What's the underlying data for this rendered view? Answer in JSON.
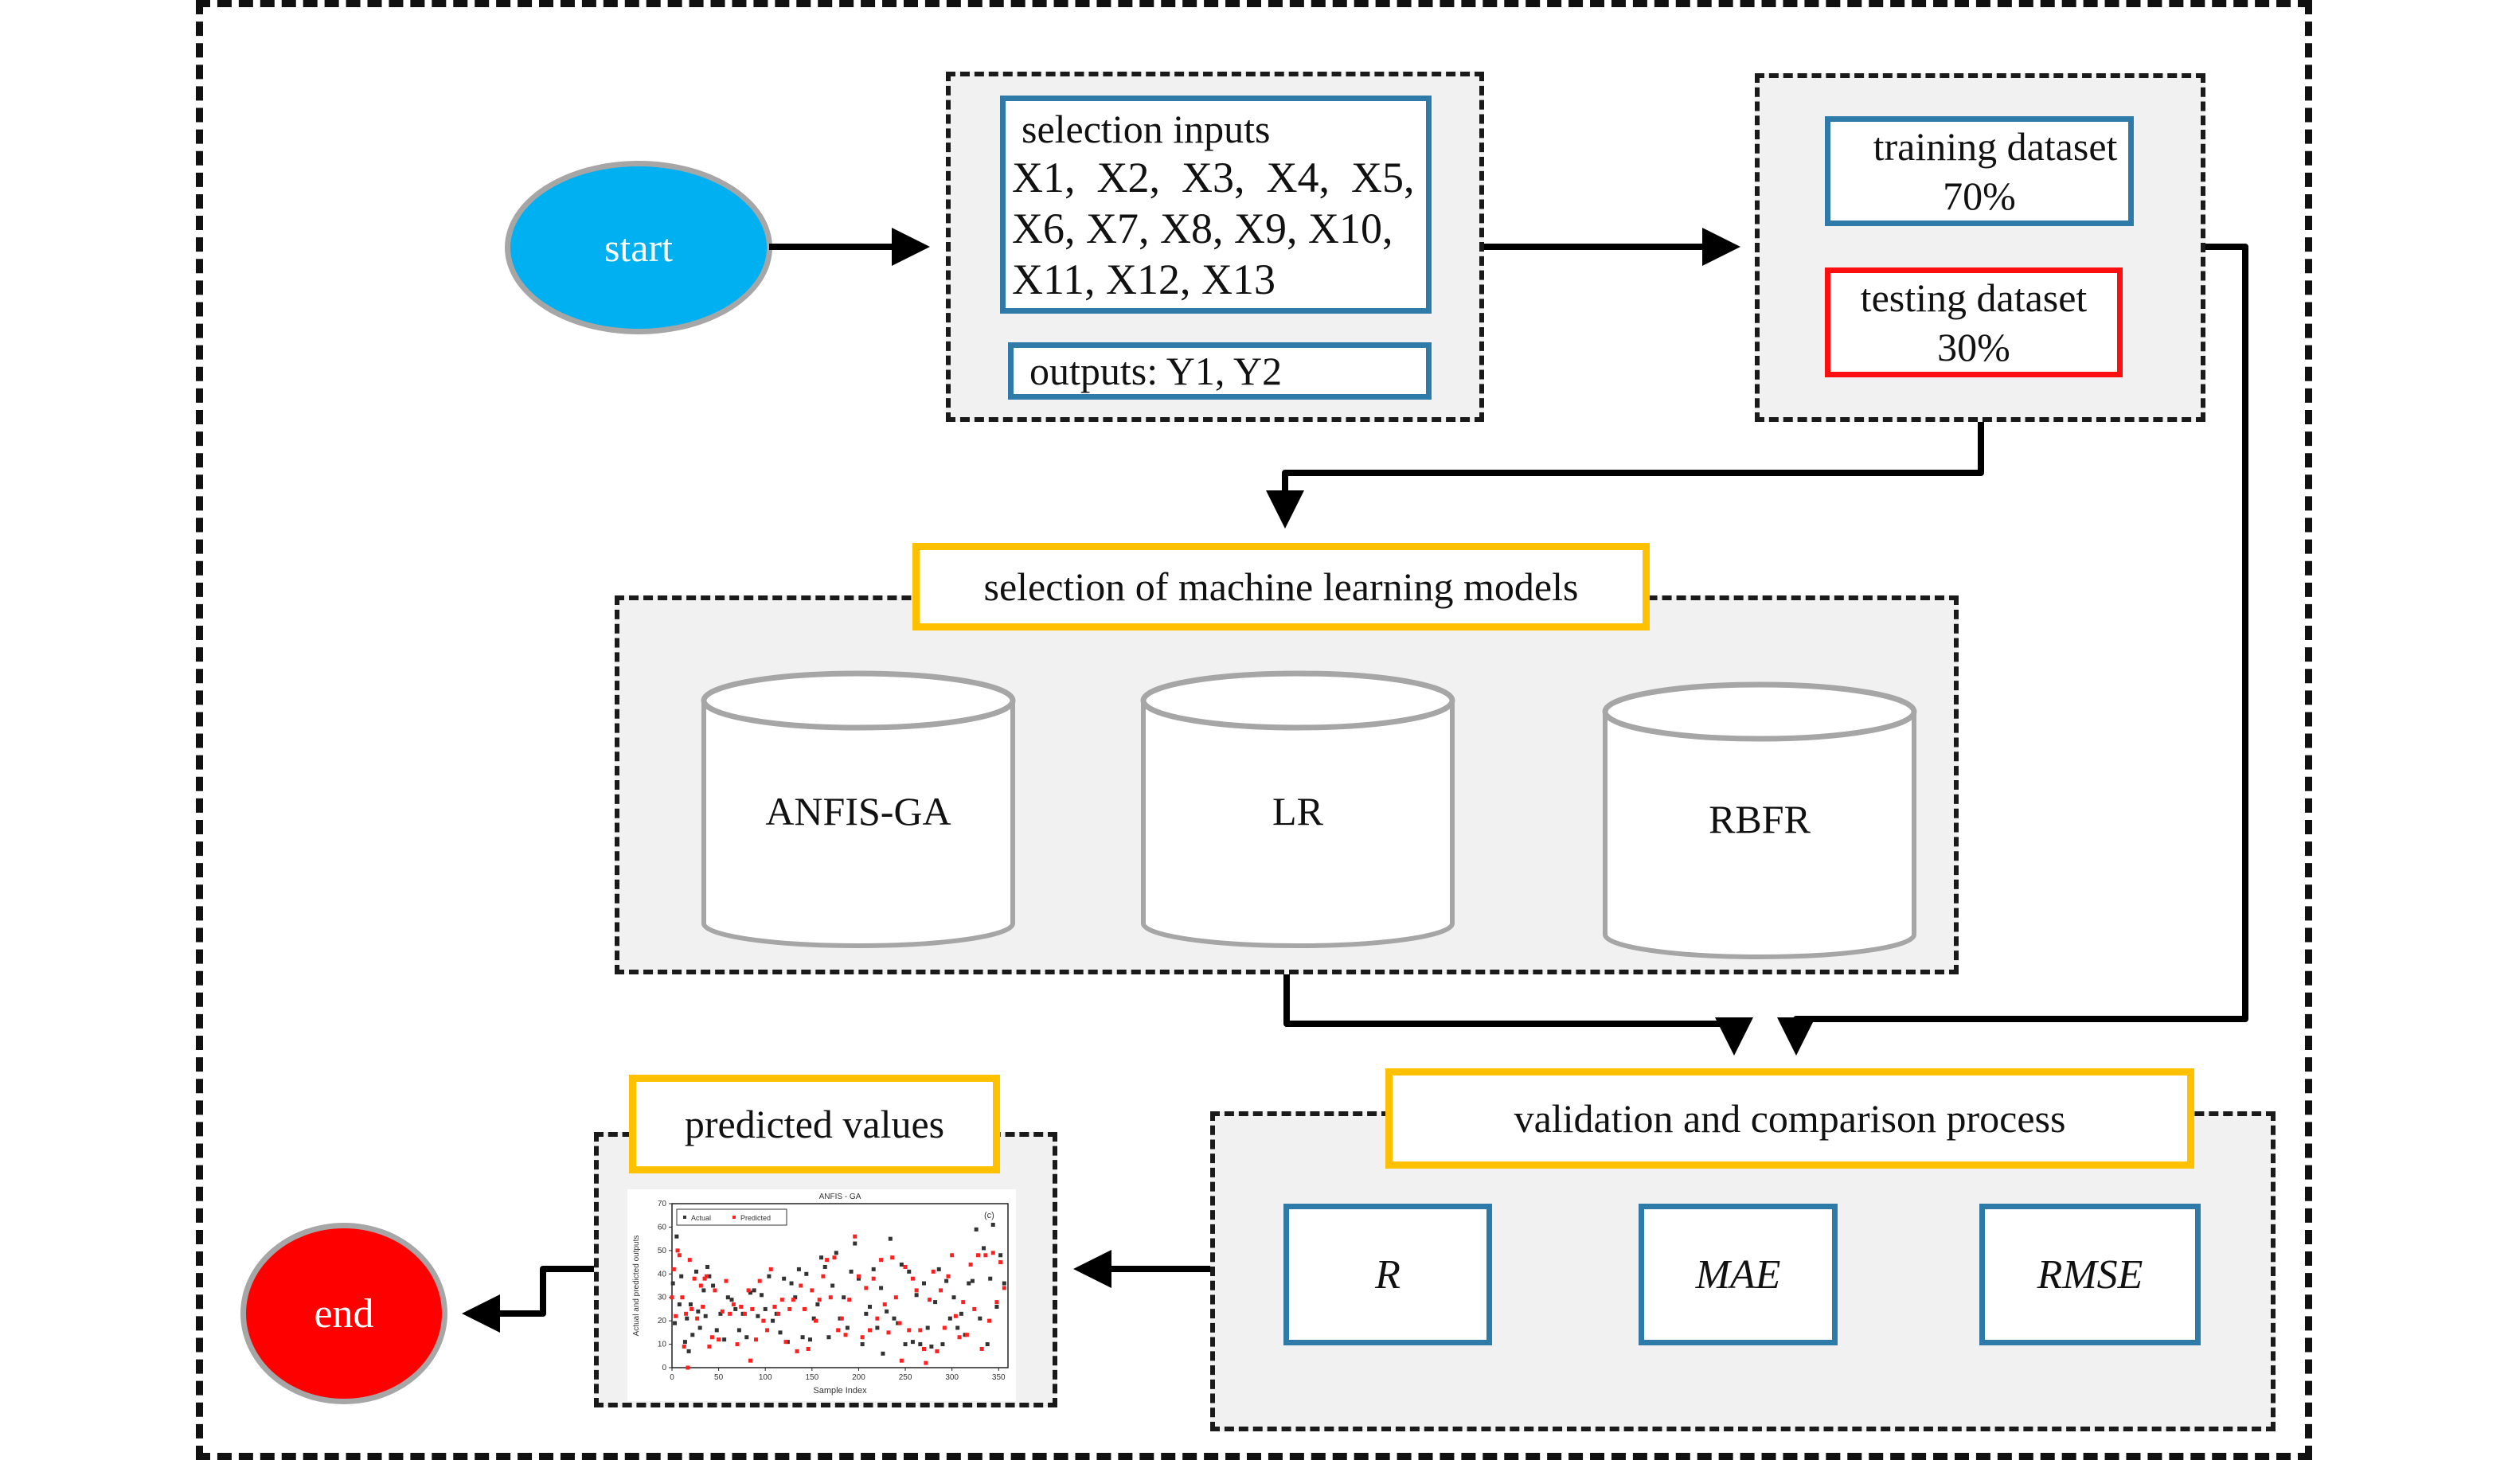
{
  "diagram": {
    "start": {
      "label": "start",
      "color": "#00b0f0"
    },
    "end": {
      "label": "end",
      "color": "#ff0000"
    },
    "inputs": {
      "title": "selection inputs",
      "lines": [
        "X1,  X2,  X3,  X4,  X5,",
        "X6, X7, X8, X9, X10,",
        "X11, X12, X13"
      ],
      "outputs_label": "outputs: Y1, Y2"
    },
    "datasets": {
      "training": {
        "label": "training dataset",
        "percent": "70%"
      },
      "testing": {
        "label": "testing dataset",
        "percent": "30%"
      }
    },
    "models": {
      "title": "selection of machine learning models",
      "items": [
        "ANFIS-GA",
        "LR",
        "RBFR"
      ]
    },
    "validation": {
      "title": "validation and comparison process",
      "metrics": [
        "R",
        "MAE",
        "RMSE"
      ]
    },
    "predicted": {
      "title": "predicted values"
    },
    "colors": {
      "blue_border": "#2e7aa8",
      "red_border": "#ff1010",
      "yellow_border": "#ffc000",
      "group_fill": "#f1f1f1"
    }
  },
  "chart_data": {
    "type": "scatter",
    "title": "ANFIS - GA",
    "panel_label": "(c)",
    "xlabel": "Sample Index",
    "ylabel": "Actual and predicted outputs",
    "xlim": [
      0,
      360
    ],
    "ylim": [
      0,
      70
    ],
    "xticks": [
      0,
      50,
      100,
      150,
      200,
      250,
      300,
      350
    ],
    "yticks": [
      0,
      10,
      20,
      30,
      40,
      50,
      60,
      70
    ],
    "legend": {
      "position": "top-left",
      "entries": [
        "Actual",
        "Predicted"
      ]
    },
    "series": [
      {
        "name": "Actual",
        "color": "#333333",
        "x": [
          1,
          3,
          5,
          8,
          10,
          14,
          16,
          18,
          20,
          22,
          26,
          28,
          30,
          34,
          36,
          38,
          40,
          44,
          48,
          52,
          56,
          60,
          64,
          68,
          72,
          76,
          80,
          84,
          88,
          92,
          96,
          100,
          104,
          108,
          112,
          116,
          120,
          124,
          128,
          132,
          136,
          140,
          144,
          148,
          152,
          156,
          160,
          164,
          168,
          172,
          176,
          180,
          184,
          188,
          192,
          196,
          200,
          204,
          208,
          212,
          216,
          220,
          224,
          226,
          230,
          234,
          238,
          242,
          246,
          250,
          254,
          258,
          262,
          266,
          270,
          274,
          278,
          282,
          286,
          290,
          294,
          298,
          302,
          306,
          310,
          314,
          318,
          322,
          326,
          330,
          334,
          338,
          341,
          344,
          348,
          352,
          356
        ],
        "y": [
          36,
          19,
          56,
          27,
          39,
          11,
          21,
          7,
          27,
          14,
          41,
          24,
          17,
          33,
          22,
          43,
          39,
          35,
          16,
          23,
          12,
          30,
          29,
          25,
          16,
          23,
          13,
          32,
          33,
          22,
          31,
          25,
          39,
          20,
          23,
          15,
          38,
          11,
          36,
          30,
          42,
          13,
          40,
          12,
          21,
          27,
          47,
          43,
          13,
          35,
          49,
          21,
          30,
          17,
          41,
          53,
          38,
          10,
          23,
          26,
          42,
          17,
          34,
          6,
          24,
          55,
          21,
          19,
          44,
          10,
          41,
          11,
          31,
          10,
          36,
          17,
          9,
          28,
          42,
          10,
          37,
          21,
          30,
          17,
          23,
          14,
          36,
          37,
          59,
          21,
          51,
          10,
          38,
          61,
          26,
          48,
          36
        ]
      },
      {
        "name": "Predicted",
        "color": "#ff2020",
        "x": [
          0,
          2,
          4,
          6,
          8,
          11,
          13,
          15,
          17,
          19,
          21,
          24,
          27,
          31,
          33,
          35,
          37,
          40,
          43,
          46,
          50,
          54,
          58,
          62,
          66,
          70,
          74,
          78,
          82,
          84,
          86,
          90,
          94,
          98,
          102,
          106,
          110,
          114,
          118,
          122,
          126,
          130,
          134,
          138,
          142,
          146,
          150,
          154,
          158,
          162,
          166,
          170,
          174,
          178,
          182,
          186,
          190,
          196,
          200,
          204,
          208,
          212,
          216,
          220,
          224,
          228,
          232,
          236,
          240,
          244,
          246,
          250,
          254,
          258,
          262,
          266,
          270,
          272,
          276,
          280,
          284,
          288,
          292,
          296,
          300,
          304,
          308,
          312,
          316,
          320,
          324,
          328,
          332,
          336,
          340,
          344,
          348,
          352,
          356
        ],
        "y": [
          30,
          42,
          22,
          50,
          48,
          30,
          9,
          23,
          0,
          46,
          25,
          38,
          21,
          35,
          26,
          38,
          39,
          9,
          13,
          33,
          12,
          24,
          37,
          23,
          27,
          10,
          26,
          23,
          33,
          3,
          25,
          12,
          37,
          20,
          16,
          42,
          26,
          23,
          29,
          11,
          25,
          29,
          7,
          35,
          25,
          8,
          33,
          20,
          29,
          39,
          46,
          30,
          47,
          16,
          21,
          14,
          29,
          56,
          39,
          13,
          34,
          16,
          38,
          21,
          46,
          27,
          15,
          47,
          30,
          19,
          3,
          43,
          16,
          38,
          33,
          16,
          8,
          2,
          29,
          41,
          7,
          33,
          17,
          39,
          48,
          22,
          13,
          28,
          14,
          44,
          25,
          48,
          8,
          48,
          20,
          49,
          28,
          45,
          34
        ]
      }
    ]
  }
}
